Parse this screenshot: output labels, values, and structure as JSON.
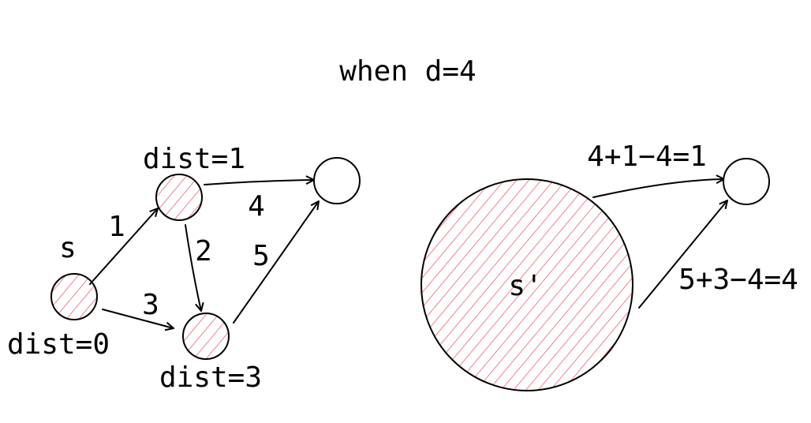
{
  "title": "when d=4",
  "hatch_color": "#e8323c",
  "left_graph": {
    "source_label": "s",
    "source_dist": "dist=0",
    "top_dist": "dist=1",
    "bottom_dist": "dist=3",
    "edge_s_top": "1",
    "edge_s_bottom": "3",
    "edge_top_bottom": "2",
    "edge_top_target": "4",
    "edge_bottom_target": "5"
  },
  "right_graph": {
    "super_source_label": "s'",
    "edge_upper": "4+1−4=1",
    "edge_lower": "5+3−4=4"
  }
}
